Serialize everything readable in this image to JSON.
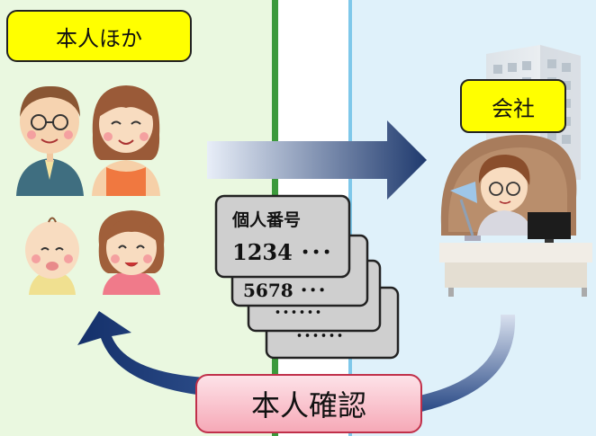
{
  "labels": {
    "self": "本人ほか",
    "company": "会社",
    "verification": "本人確認"
  },
  "card": {
    "title": "個人番号",
    "number_line1": "1234 ･･･",
    "number_line2_partial": "5678 ･･･",
    "dots_line3": "･･････",
    "dots_line4": "･･････"
  },
  "colors": {
    "left_panel": "#eaf8e0",
    "right_panel": "#dff1fa",
    "label_yellow": "#ffff00",
    "arrow_blue": "#1f3a6e",
    "verify_pink": "#f6a9b7"
  },
  "icons": [
    "family-illustration",
    "office-building-icon",
    "office-worker-illustration",
    "right-arrow",
    "curved-return-arrow"
  ]
}
